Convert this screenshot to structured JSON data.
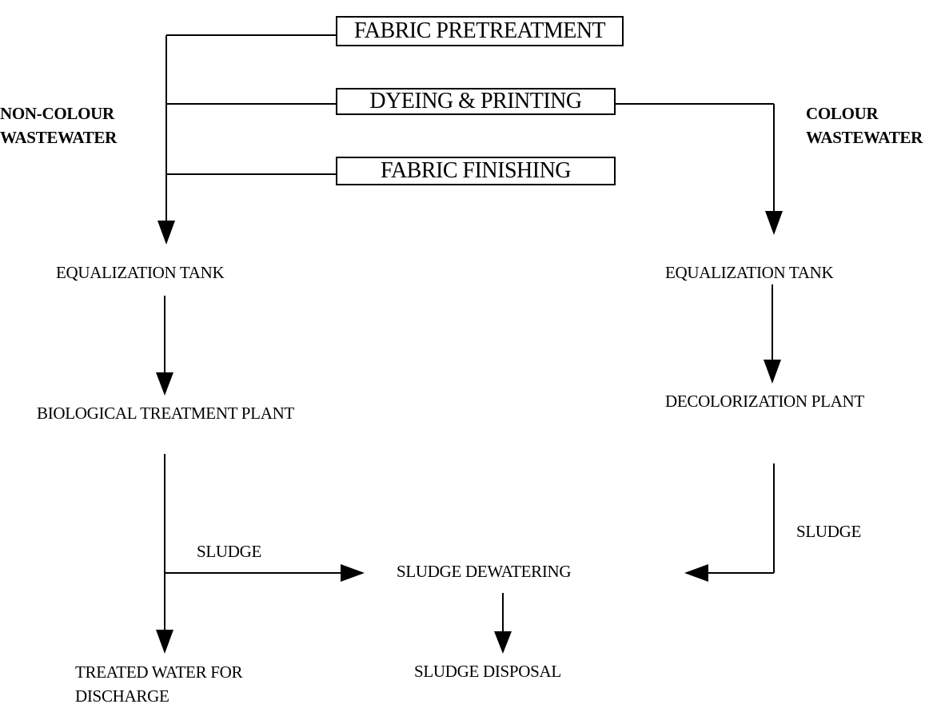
{
  "sources": {
    "pretreatment": "FABRIC PRETREATMENT",
    "dyeing": "DYEING & PRINTING",
    "finishing": "FABRIC FINISHING"
  },
  "streams": {
    "non_colour": {
      "line1": "NON-COLOUR",
      "line2": "WASTEWATER"
    },
    "colour": {
      "line1": "COLOUR",
      "line2": "WASTEWATER"
    }
  },
  "left": {
    "equalization": "EQUALIZATION TANK",
    "biological": "BIOLOGICAL TREATMENT PLANT",
    "sludge": "SLUDGE",
    "treated_line1": "TREATED WATER FOR",
    "treated_line2": "DISCHARGE"
  },
  "right": {
    "equalization": "EQUALIZATION TANK",
    "decolorization": "DECOLORIZATION PLANT",
    "sludge": "SLUDGE"
  },
  "center": {
    "dewatering": "SLUDGE DEWATERING",
    "disposal": "SLUDGE DISPOSAL"
  }
}
